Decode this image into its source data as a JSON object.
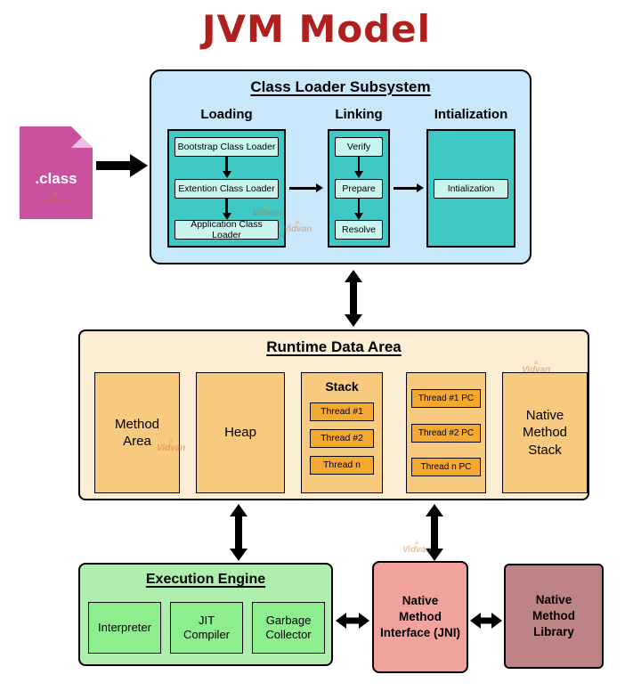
{
  "title": "JVM Model",
  "class_file": {
    "label": ".class"
  },
  "class_loader": {
    "title": "Class Loader Subsystem",
    "loading": {
      "label": "Loading",
      "items": [
        "Bootstrap Class Loader",
        "Extention Class Loader",
        "Application Class Loader"
      ]
    },
    "linking": {
      "label": "Linking",
      "items": [
        "Verify",
        "Prepare",
        "Resolve"
      ]
    },
    "initialization": {
      "label": "Intialization",
      "items": [
        "Intialization"
      ]
    }
  },
  "runtime_data_area": {
    "title": "Runtime Data Area",
    "method_area": "Method Area",
    "heap": "Heap",
    "stack": {
      "title": "Stack",
      "threads": [
        "Thread #1",
        "Thread #2",
        "Thread n"
      ]
    },
    "pc_registers": {
      "threads": [
        "Thread #1 PC",
        "Thread #2 PC",
        "Thread n PC"
      ]
    },
    "native_method_stack": "Native Method Stack"
  },
  "execution_engine": {
    "title": "Execution Engine",
    "items": [
      "Interpreter",
      "JIT Compiler",
      "Garbage Collector"
    ]
  },
  "jni": {
    "label": "Native Method Interface (JNI)"
  },
  "native_method_library": {
    "label": "Native Method Library"
  },
  "watermark": {
    "label": "Vidvan"
  },
  "colors": {
    "title": "#B01E1E",
    "class_loader_bg": "#C9E7FA",
    "teal_container": "#3EC9C6",
    "teal_item": "#C9F5F1",
    "class_file_bg": "#C9519E",
    "runtime_bg": "#FCEDD5",
    "runtime_box": "#F7CA80",
    "thread_box": "#F5A933",
    "execution_bg": "#AEEFAD",
    "execution_box": "#8DEE8E",
    "jni_bg": "#F2A29C",
    "library_bg": "#BE8384",
    "arrow": "#000000"
  }
}
